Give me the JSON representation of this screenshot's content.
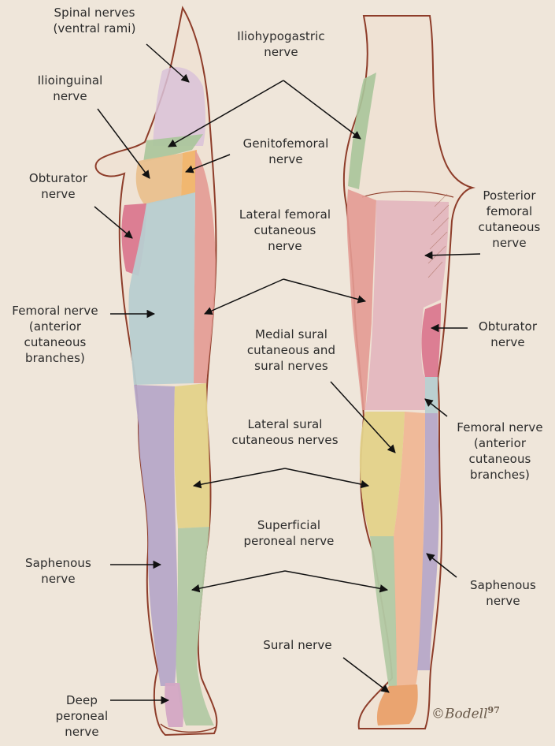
{
  "colors": {
    "background": "#efe6da",
    "skin": "#efe2d4",
    "outline": "#8e3d2a",
    "spinal": "#d9c2d8",
    "ilioinguinal": "#e9c08e",
    "genitofemoral": "#f0b46a",
    "iliohypogastric": "#a9c59a",
    "obturator": "#d9738c",
    "lateral_femoral": "#e39b94",
    "femoral": "#b7cdd0",
    "saphenous": "#b6a8c8",
    "lateral_sural": "#e3d28a",
    "superficial_peroneal": "#b2c9a4",
    "posterior_femoral": "#e3b6be",
    "medial_sural": "#efb796",
    "sural": "#e9a06a",
    "deep_peroneal": "#d3a7c4"
  },
  "labels": {
    "spinal_nerves": "Spinal nerves\n(ventral rami)",
    "iliohypogastric": "Iliohypogastric\nnerve",
    "ilioinguinal": "Ilioinguinal\nnerve",
    "genitofemoral": "Genitofemoral\nnerve",
    "obturator_left": "Obturator\nnerve",
    "posterior_femoral": "Posterior\nfemoral\ncutaneous\nnerve",
    "lateral_femoral": "Lateral femoral\ncutaneous\nnerve",
    "femoral_left": "Femoral nerve\n(anterior\ncutaneous\nbranches)",
    "obturator_right": "Obturator\nnerve",
    "medial_sural": "Medial sural\ncutaneous and\nsural nerves",
    "femoral_right": "Femoral nerve\n(anterior\ncutaneous\nbranches)",
    "lateral_sural": "Lateral sural\ncutaneous nerves",
    "superficial_peroneal": "Superficial\nperoneal nerve",
    "saphenous_left": "Saphenous\nnerve",
    "saphenous_right": "Saphenous\nnerve",
    "sural": "Sural nerve",
    "deep_peroneal": "Deep\nperoneal\nnerve"
  },
  "signature": {
    "copyright": "©",
    "name": "Bodell",
    "year": "97"
  }
}
